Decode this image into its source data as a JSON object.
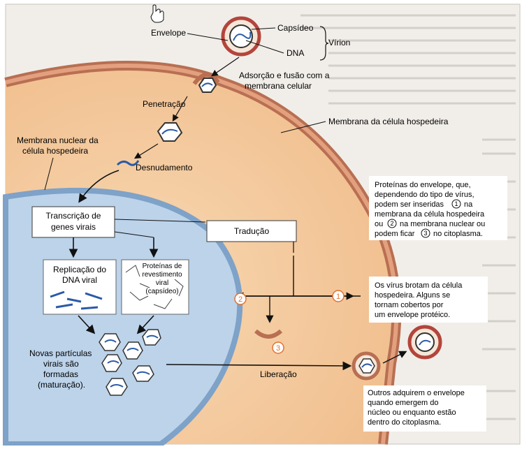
{
  "labels": {
    "envelope": "Envelope",
    "capsid": "Capsídeo",
    "dna": "DNA",
    "virion": "Vírion",
    "adsorption_1": "Adsorção e fusão com a",
    "adsorption_2": "membrana celular",
    "penetration": "Penetração",
    "host_membrane": "Membrana da célula hospedeira",
    "nuclear_membrane_1": "Membrana nuclear da",
    "nuclear_membrane_2": "célula hospedeira",
    "uncoating": "Desnudamento",
    "transcription_1": "Transcrição de",
    "transcription_2": "genes virais",
    "translation": "Tradução",
    "replication_1": "Replicação do",
    "replication_2": "DNA viral",
    "coat_proteins_1": "Proteínas de",
    "coat_proteins_2": "revestimento",
    "coat_proteins_3": "viral",
    "coat_proteins_4": "(capsídeo)",
    "new_particles_1": "Novas partículas",
    "new_particles_2": "virais são",
    "new_particles_3": "formadas",
    "new_particles_4": "(maturação).",
    "release": "Liberação",
    "envelope_proteins_1": "Proteínas do envelope, que,",
    "envelope_proteins_2": "dependendo do tipo de vírus,",
    "envelope_proteins_3": "podem ser inseridas",
    "envelope_proteins_3b": "na",
    "envelope_proteins_4": "membrana da célula hospedeira",
    "envelope_proteins_5a": "ou",
    "envelope_proteins_5b": "na membrana nuclear ou",
    "envelope_proteins_6": "podem ficar",
    "envelope_proteins_6b": "no citoplasma.",
    "budding_1": "Os vírus brotam da célula",
    "budding_2": "hospedeira. Alguns se",
    "budding_3": "tornam cobertos por",
    "budding_4": "um envelope protéico.",
    "other_1": "Outros adquirem o envelope",
    "other_2": "quando emergem do",
    "other_3": "núcleo ou enquanto estão",
    "other_4": "dentro do citoplasma."
  },
  "markers": {
    "one": "1",
    "two": "2",
    "three": "3"
  },
  "colors": {
    "cytoplasm": "#f4c79a",
    "host_membrane": "#c97a5a",
    "nucleus": "#bcd3ea",
    "nucleus_edge": "#7ea2c8",
    "marker": "#e2722f",
    "background_text_page": "#efece6"
  }
}
